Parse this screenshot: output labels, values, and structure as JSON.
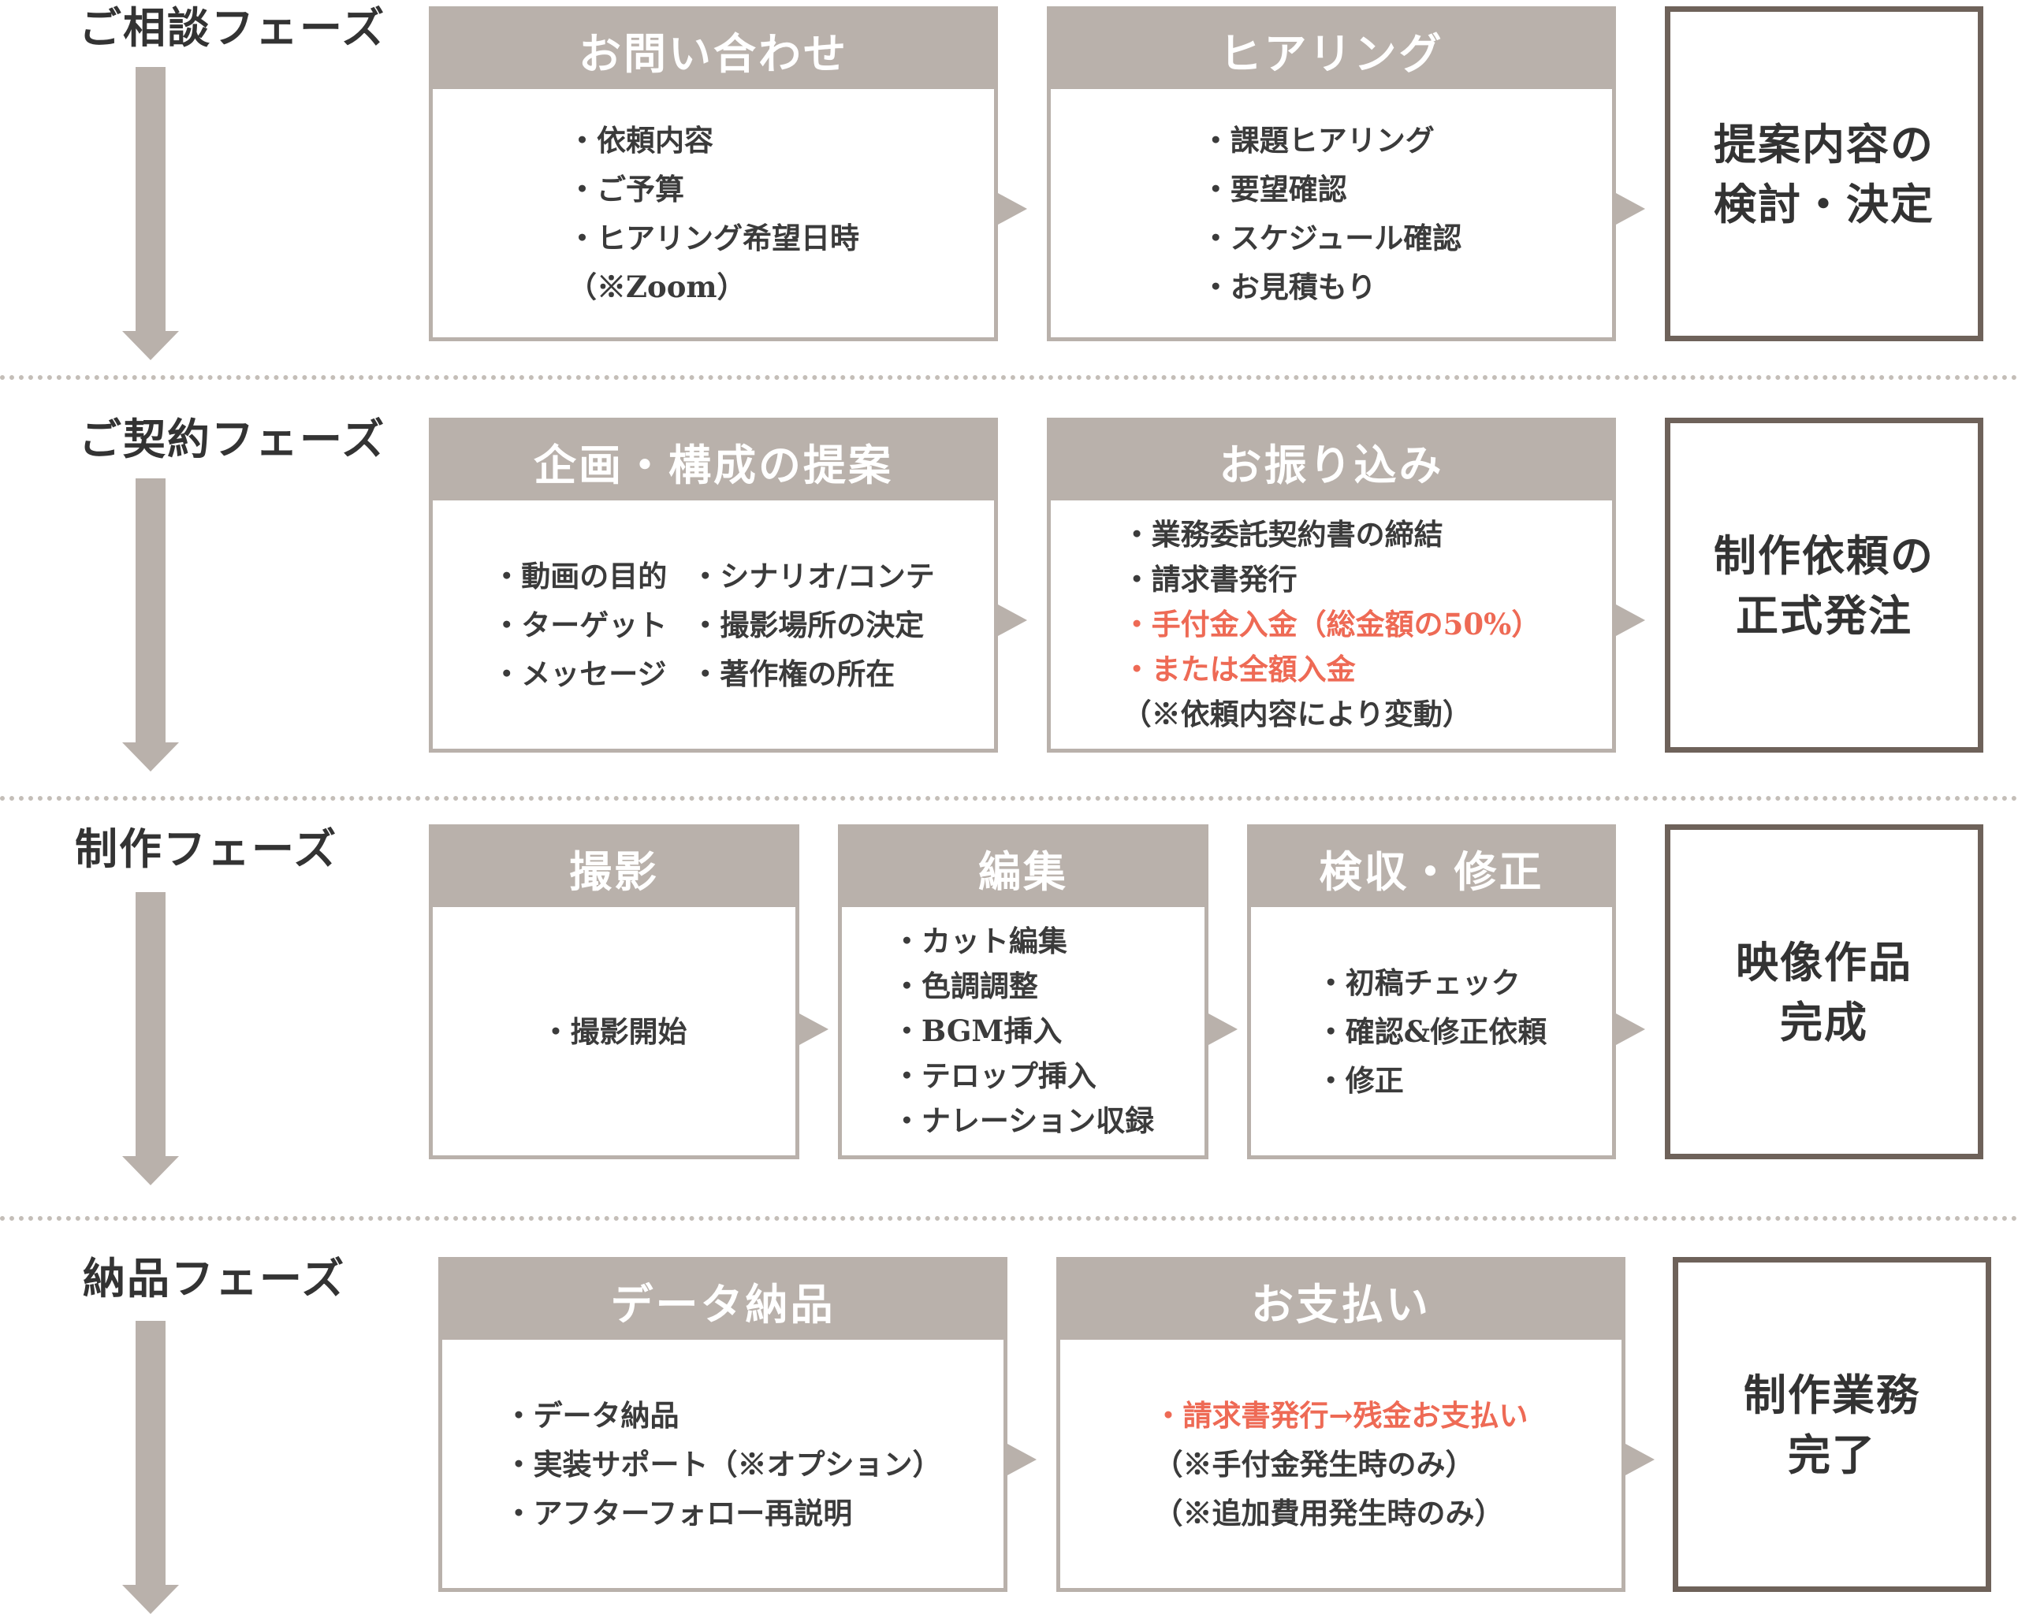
{
  "colors": {
    "card": "#b9b1ab",
    "result_border": "#6e625a",
    "arrow": "#b9b1ab",
    "highlight": "#ee6a55",
    "divider": "#c4beb8"
  },
  "phases": [
    {
      "title": "ご相談フェーズ",
      "steps": [
        {
          "title": "お問い合わせ",
          "items": [
            "・依頼内容",
            "・ご予算",
            "・ヒアリング希望日時",
            "（※Zoom）"
          ]
        },
        {
          "title": "ヒアリング",
          "items": [
            "・課題ヒアリング",
            "・要望確認",
            "・スケジュール確認",
            "・お見積もり"
          ]
        }
      ],
      "result": [
        "提案内容の",
        "検討・決定"
      ]
    },
    {
      "title": "ご契約フェーズ",
      "steps": [
        {
          "title": "企画・構成の提案",
          "items_left": [
            "・動画の目的",
            "・ターゲット",
            "・メッセージ"
          ],
          "items_right": [
            "・シナリオ/コンテ",
            "・撮影場所の決定",
            "・著作権の所在"
          ]
        },
        {
          "title": "お振り込み",
          "items": [
            "・業務委託契約書の締結",
            "・請求書発行",
            "・手付金入金（総金額の50%）",
            "・または全額入金",
            "（※依頼内容により変動）"
          ]
        }
      ],
      "result": [
        "制作依頼の",
        "正式発注"
      ]
    },
    {
      "title": "制作フェーズ",
      "steps": [
        {
          "title": "撮影",
          "items": [
            "・撮影開始"
          ]
        },
        {
          "title": "編集",
          "items": [
            "・カット編集",
            "・色調調整",
            "・BGM挿入",
            "・テロップ挿入",
            "・ナレーション収録"
          ]
        },
        {
          "title": "検収・修正",
          "items": [
            "・初稿チェック",
            "・確認&修正依頼",
            "・修正"
          ]
        }
      ],
      "result": [
        "映像作品",
        "完成"
      ]
    },
    {
      "title": "納品フェーズ",
      "steps": [
        {
          "title": "データ納品",
          "items": [
            "・データ納品",
            "・実装サポート（※オプション）",
            "・アフターフォロー再説明"
          ]
        },
        {
          "title": "お支払い",
          "items": [
            "・請求書発行→残金お支払い",
            "（※手付金発生時のみ）",
            "（※追加費用発生時のみ）"
          ]
        }
      ],
      "result": [
        "制作業務",
        "完了"
      ]
    }
  ]
}
